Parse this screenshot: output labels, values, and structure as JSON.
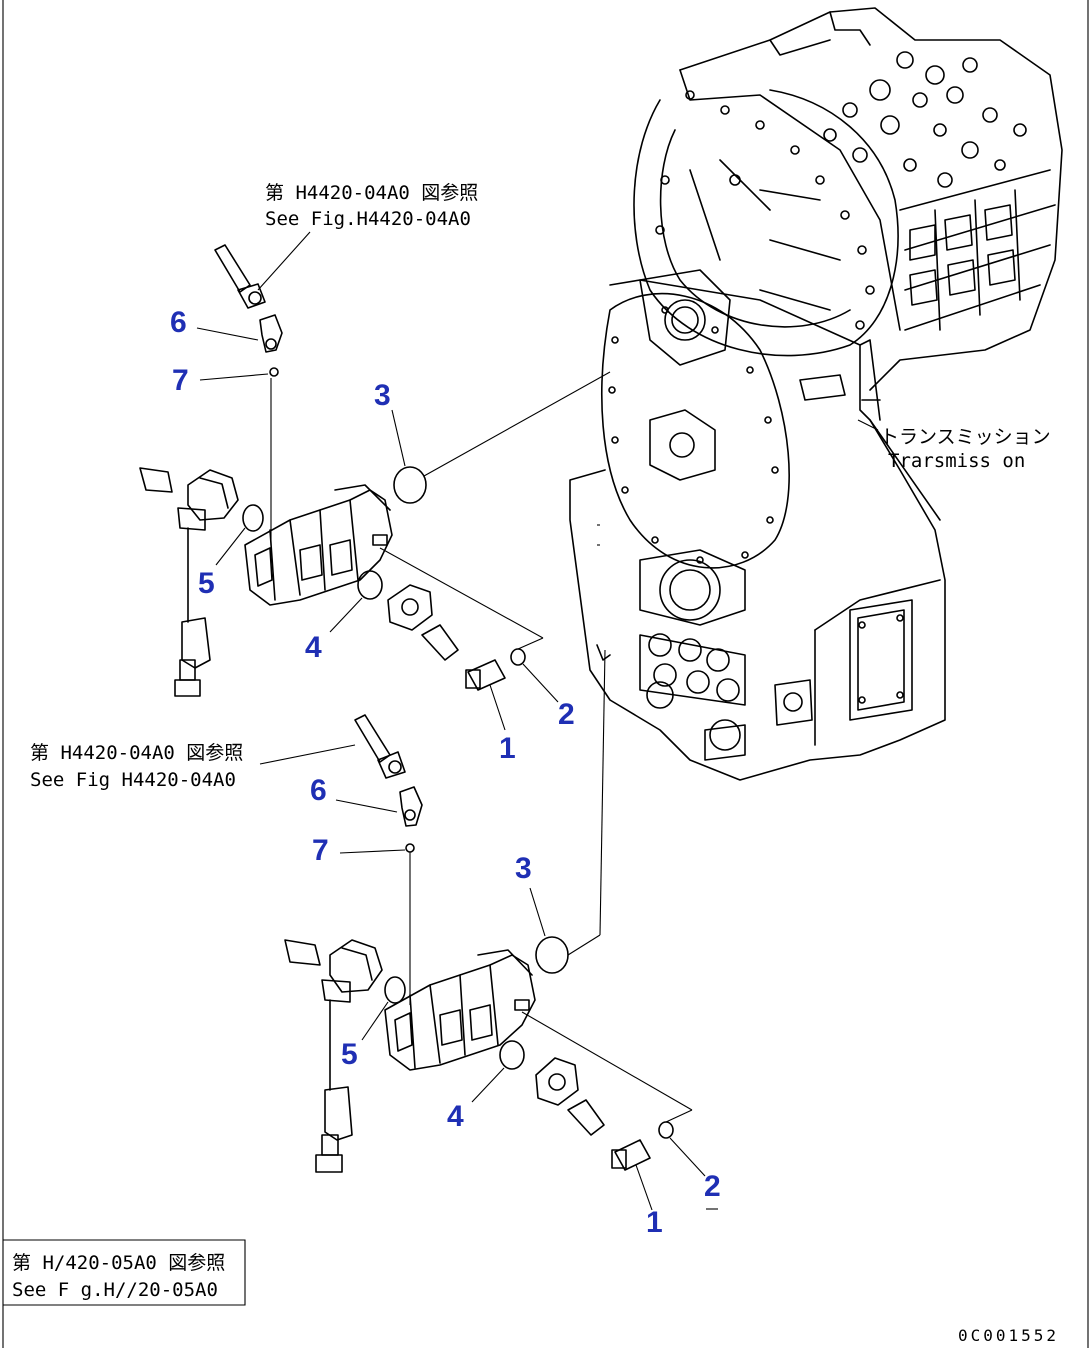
{
  "references": {
    "upper_jp": "第 H4420-04A0 図参照",
    "upper_en": "See Fig.H4420-04A0",
    "middle_jp": "第 H4420-04A0 図参照",
    "middle_en": "See Fig H4420-04A0",
    "bottom_jp": "第 H/420-05A0 図参照",
    "bottom_en": "See F g.H//20-05A0"
  },
  "transmission": {
    "label_jp": "トランスミッション",
    "label_en": "Trarsmiss on"
  },
  "callouts": {
    "upper": [
      "6",
      "7",
      "3",
      "5",
      "4",
      "2",
      "1"
    ],
    "lower": [
      "6",
      "7",
      "3",
      "5",
      "4",
      "2",
      "1"
    ]
  },
  "drawing_number": "0C001552"
}
